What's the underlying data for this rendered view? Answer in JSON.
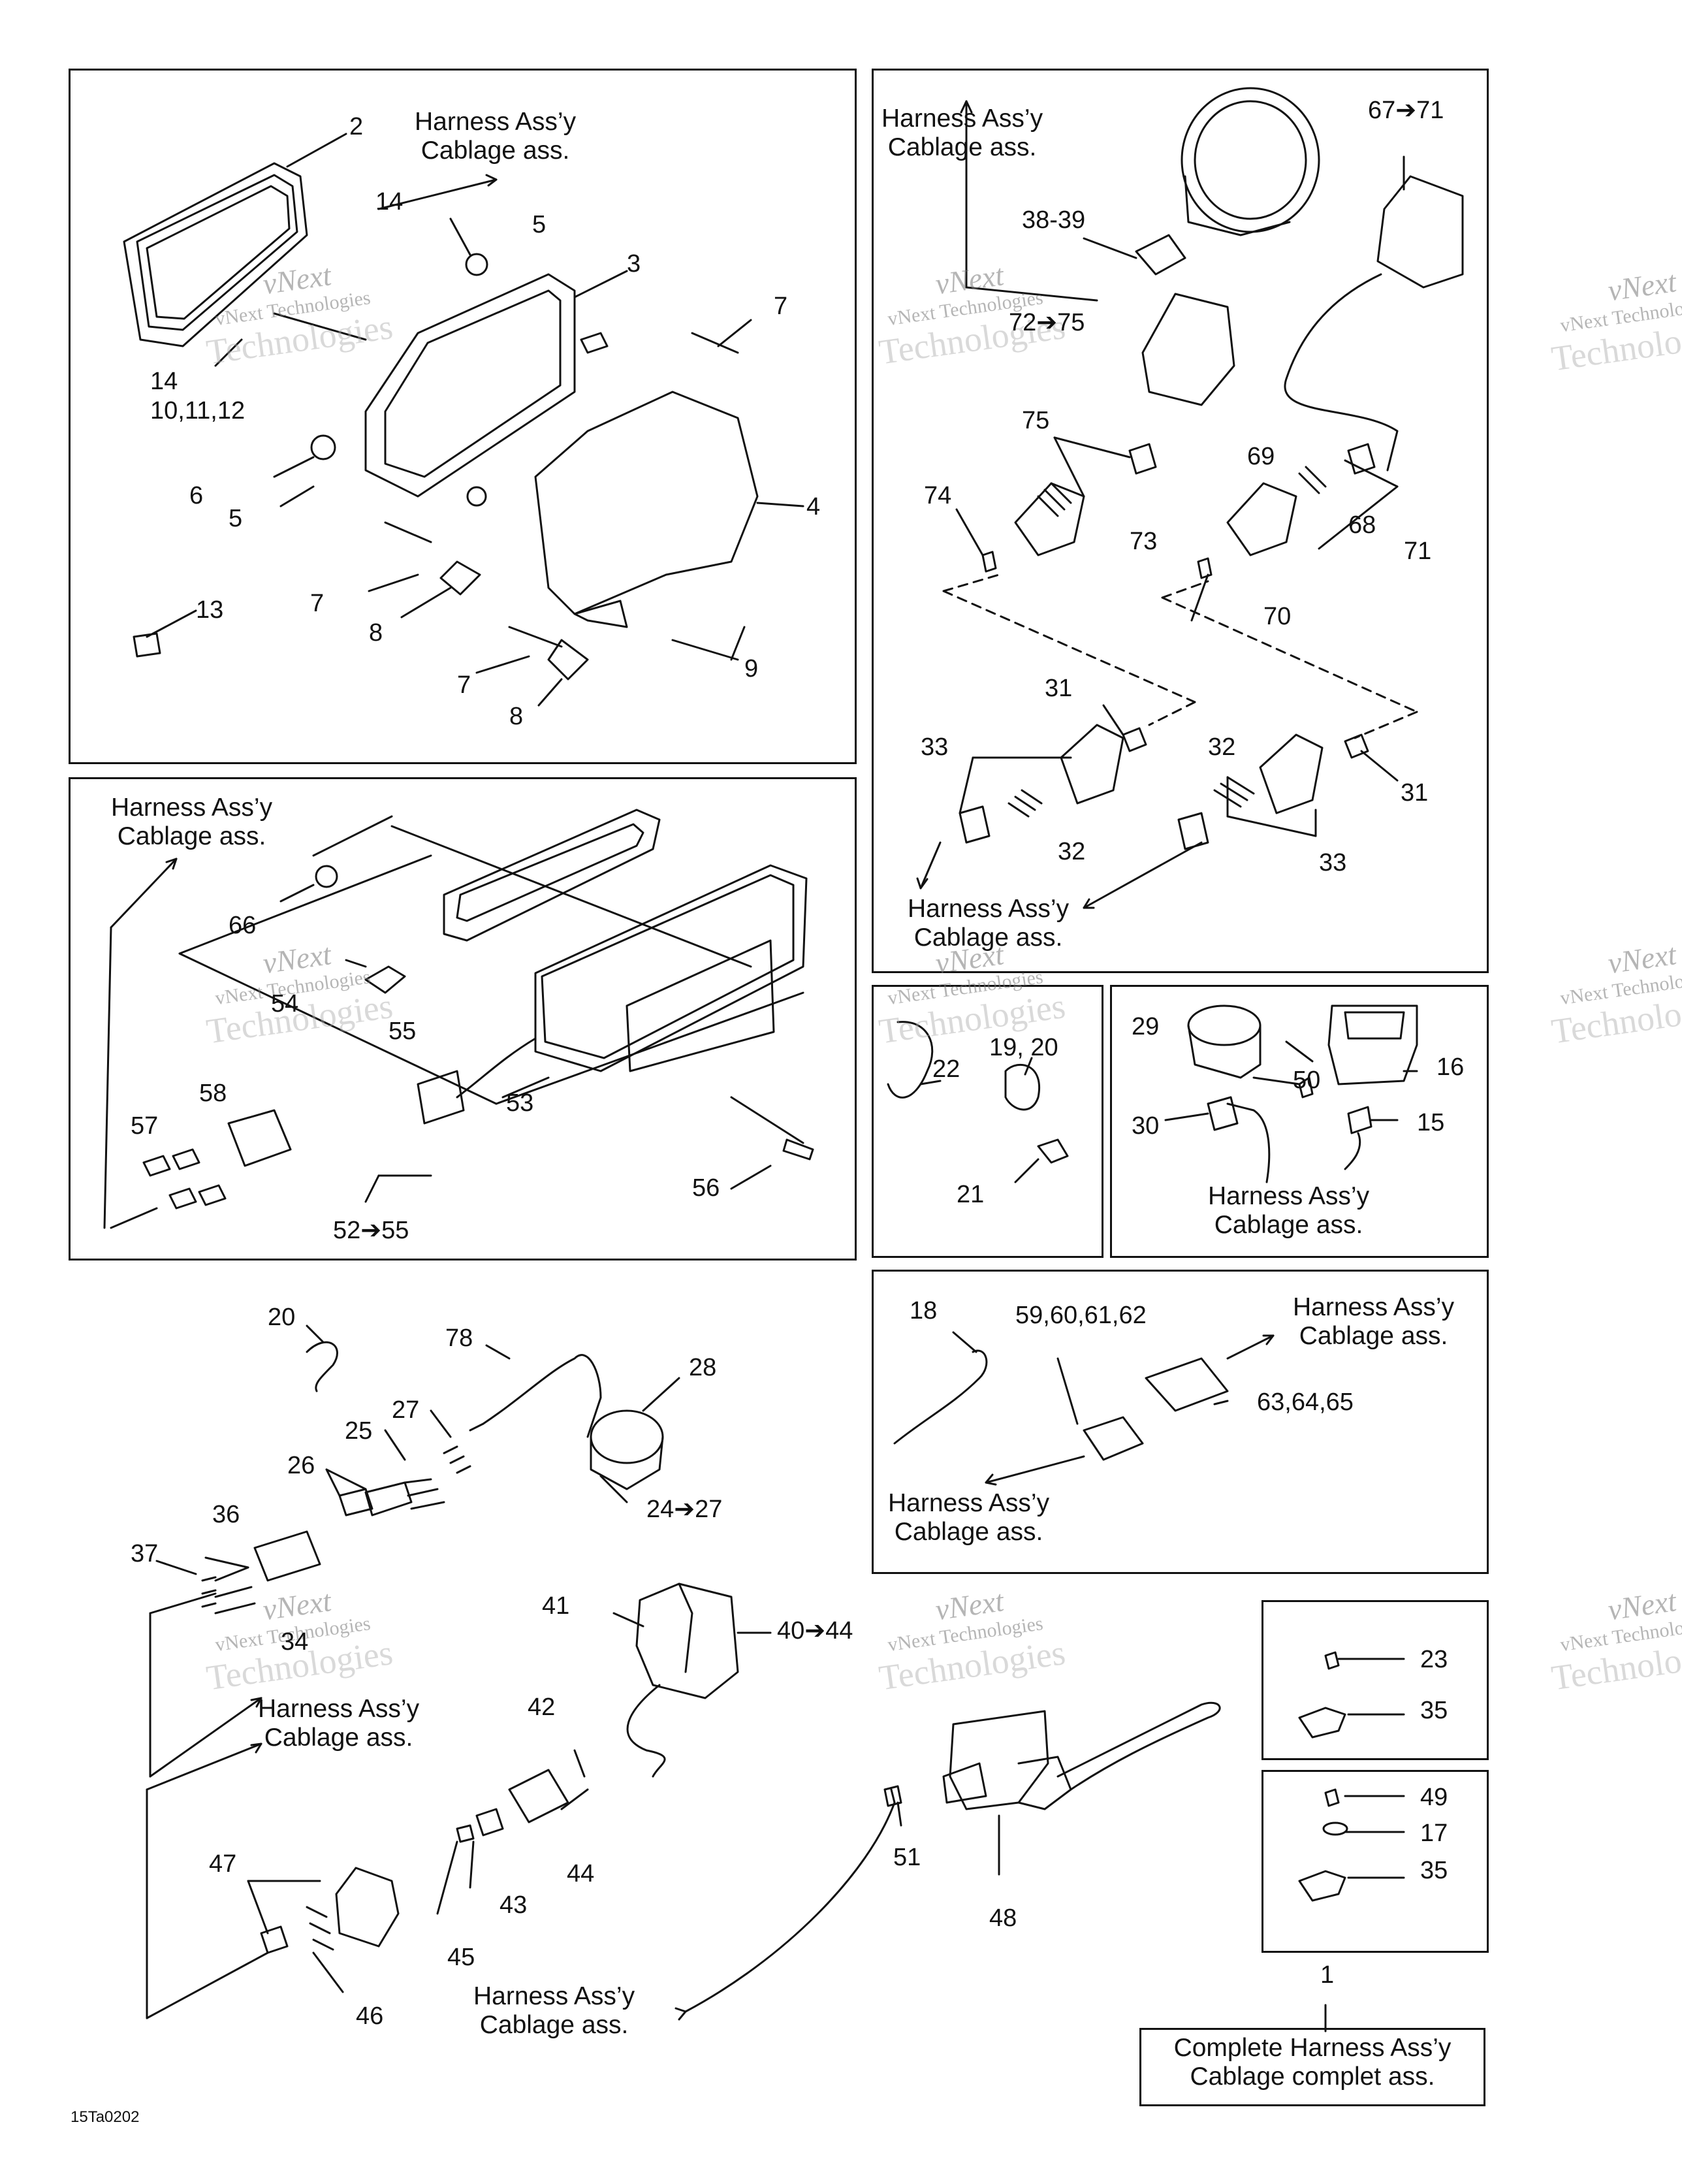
{
  "figure_code": "15Ta0202",
  "watermark": {
    "line1": "vNext",
    "line2": "vNext Technologies",
    "line3": "Technologies"
  },
  "complete_harness": {
    "line1": "Complete Harness Ass’y",
    "line2": "Cablage complet ass."
  },
  "harness_note": {
    "line1": "Harness Ass’y",
    "line2": "Cablage ass."
  },
  "panel_headlight": {
    "labels": [
      "2",
      "14",
      "5",
      "3",
      "7",
      "14",
      "10,11,12",
      "6",
      "5",
      "4",
      "13",
      "7",
      "8",
      "7",
      "8",
      "9"
    ]
  },
  "panel_gauges": {
    "labels": [
      "67➔71",
      "38-39",
      "72➔75",
      "75",
      "74",
      "73",
      "69",
      "68",
      "71",
      "70",
      "31",
      "33",
      "32",
      "32",
      "31",
      "33"
    ]
  },
  "panel_taillight": {
    "labels": [
      "66",
      "54",
      "55",
      "53",
      "58",
      "57",
      "56",
      "52➔55"
    ]
  },
  "panel_ties": {
    "labels": [
      "22",
      "19, 20",
      "21"
    ]
  },
  "panel_socket": {
    "labels": [
      "29",
      "16",
      "50",
      "15",
      "30"
    ]
  },
  "panel_brake_switch": {
    "labels": [
      "18",
      "59,60,61,62",
      "63,64,65"
    ]
  },
  "panel_clip_a": {
    "labels": [
      "23",
      "35"
    ]
  },
  "panel_clip_b": {
    "labels": [
      "49",
      "17",
      "35"
    ]
  },
  "loose_parts": {
    "labels": [
      "20",
      "78",
      "28",
      "27",
      "25",
      "26",
      "36",
      "37",
      "34",
      "24➔27",
      "41",
      "40➔44",
      "42",
      "44",
      "43",
      "47",
      "45",
      "46",
      "51",
      "48",
      "1"
    ]
  }
}
